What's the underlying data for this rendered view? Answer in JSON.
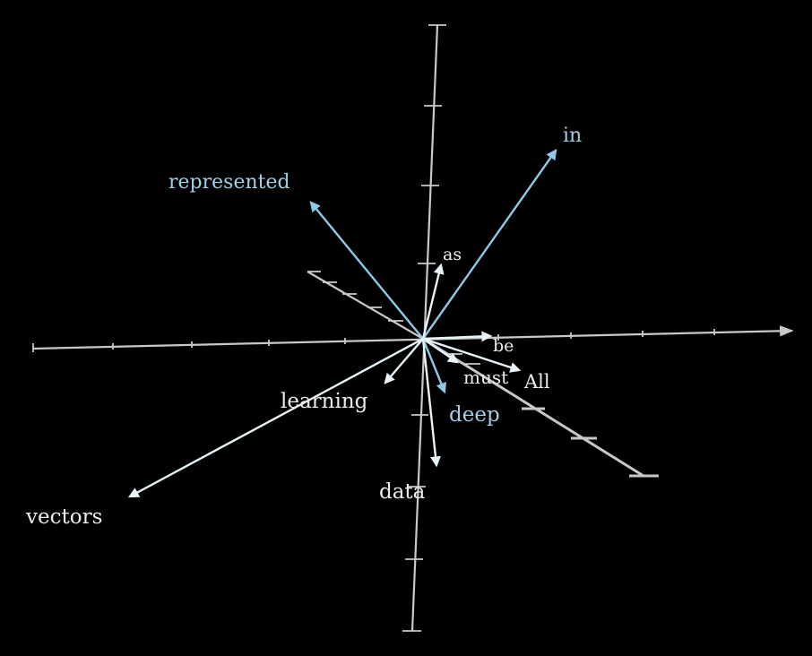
{
  "colors": {
    "background": "#000000",
    "axis": "#c8c8c8",
    "vector_blue": "#8ecae6",
    "vector_white": "#e8f4f8",
    "label_blue": "#9fcfe6",
    "label_white": "#ececec"
  },
  "words": [
    {
      "id": "in",
      "text": "in",
      "tone": "blue"
    },
    {
      "id": "represented",
      "text": "represented",
      "tone": "blue"
    },
    {
      "id": "as",
      "text": "as",
      "tone": "white"
    },
    {
      "id": "be",
      "text": "be",
      "tone": "white"
    },
    {
      "id": "must",
      "text": "must",
      "tone": "white"
    },
    {
      "id": "all",
      "text": "All",
      "tone": "white"
    },
    {
      "id": "learning",
      "text": "learning",
      "tone": "white"
    },
    {
      "id": "deep",
      "text": "deep",
      "tone": "blue"
    },
    {
      "id": "data",
      "text": "data",
      "tone": "white"
    },
    {
      "id": "vectors",
      "text": "vectors",
      "tone": "white"
    }
  ]
}
